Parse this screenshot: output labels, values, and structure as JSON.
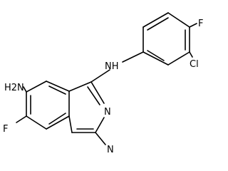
{
  "labels": {
    "F_top": "F",
    "Cl": "Cl",
    "NH": "NH",
    "H2N": "H2N",
    "N_ring_top": "N",
    "N_ring_bottom": "N",
    "F_left": "F"
  }
}
